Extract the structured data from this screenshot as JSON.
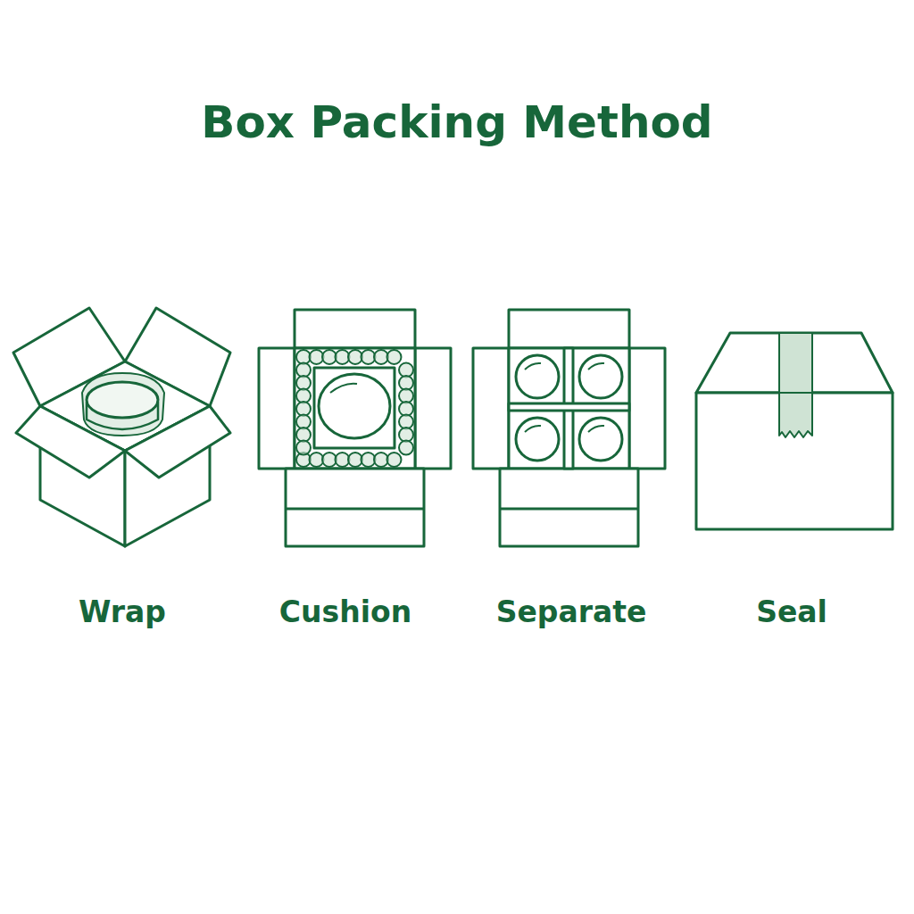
{
  "diagram": {
    "title": "Box Packing Method",
    "labels": [
      "Wrap",
      "Cushion",
      "Separate",
      "Seal"
    ]
  }
}
